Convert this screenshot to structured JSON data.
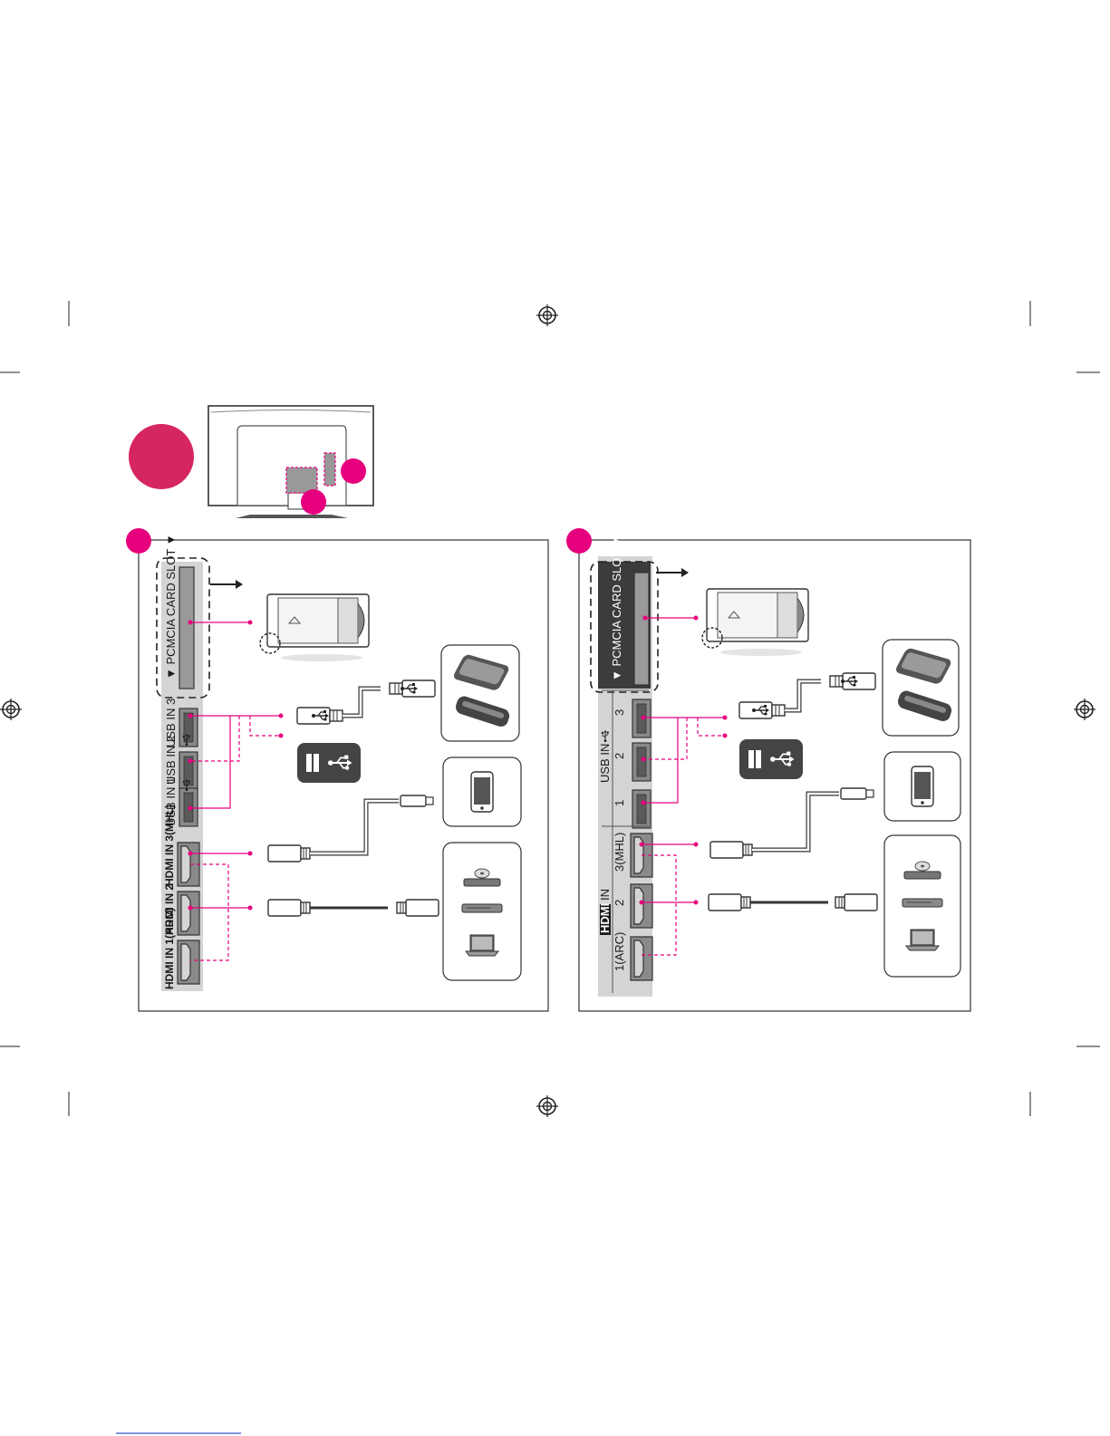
{
  "colors": {
    "accent": "#e6007e",
    "badge": "#d6265f",
    "panel": "#d4d4d4",
    "dark_panel": "#3c3c3c"
  },
  "left_panel": {
    "pcmcia_label": "▼ PCMCIA CARD SLOT ▼",
    "usb3": "USB IN 3",
    "usb2": "USB IN 2",
    "usb1": "USB IN 1",
    "hdmi3": "HDMI IN 3(MHL)",
    "hdmi2": "HDMI IN 2",
    "hdmi1": "HDMI IN 1(ARC)"
  },
  "right_panel": {
    "pcmcia_label": "▼ PCMCIA CARD SLOT ▼",
    "usb_group": "USB IN",
    "usb3": "3",
    "usb2": "2",
    "usb1": "1",
    "hdmi_logo": "HDMI",
    "hdmi_group": "IN",
    "hdmi3": "3(MHL)",
    "hdmi2": "2",
    "hdmi1": "1(ARC)"
  },
  "icons": [
    "registration-mark-icon",
    "usb-symbol-icon",
    "hard-drive-icon",
    "usb-hub-icon",
    "usb-stick-icon",
    "smartphone-icon",
    "dvd-player-icon",
    "set-top-box-icon",
    "laptop-icon",
    "pcmcia-card-icon",
    "arrow-right-icon"
  ]
}
